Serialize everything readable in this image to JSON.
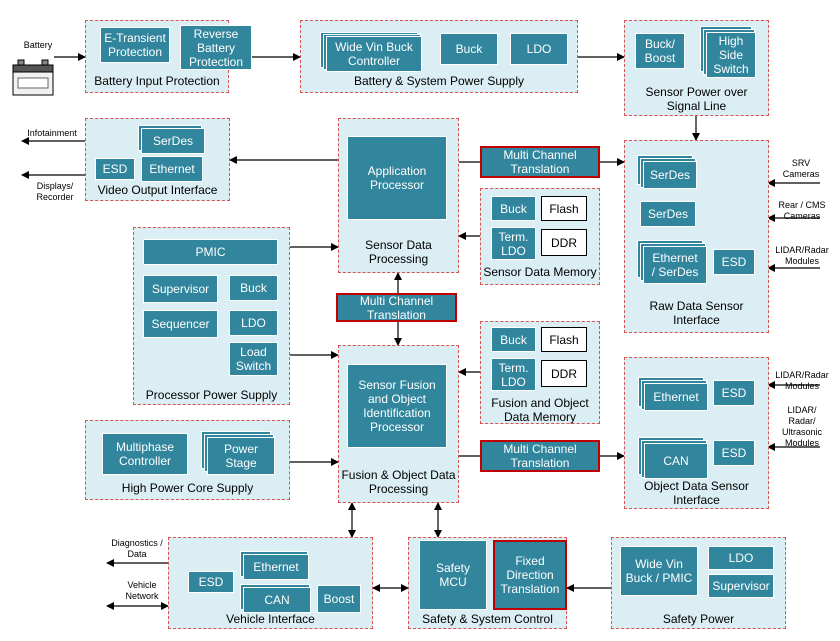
{
  "external": {
    "battery": "Battery",
    "infotainment": "Infotainment",
    "displays": "Displays/\nRecorder",
    "srv": "SRV\nCameras",
    "rear": "Rear / CMS\nCameras",
    "lidar1": "LIDAR/Radar\nModules",
    "lidar2": "LIDAR/Radar\nModules",
    "lidar3": "LIDAR/\nRadar/\nUltrasonic\nModules",
    "diag": "Diagnostics /\nData",
    "vnet": "Vehicle\nNetwork"
  },
  "battery_input": {
    "label": "Battery Input Protection",
    "etransient": "E-Transient\nProtection",
    "reverse": "Reverse\nBattery\nProtection"
  },
  "system_power": {
    "label": "Battery & System Power Supply",
    "widevin": "Wide Vin Buck\nController",
    "buck": "Buck",
    "ldo": "LDO"
  },
  "sensor_power": {
    "label": "Sensor Power over\nSignal Line",
    "buckboost": "Buck/\nBoost",
    "hss": "High\nSide\nSwitch"
  },
  "video_out": {
    "label": "Video Output Interface",
    "serdes": "SerDes",
    "esd": "ESD",
    "ethernet": "Ethernet"
  },
  "sdp": {
    "label": "Sensor Data\nProcessing",
    "app": "Application\nProcessor"
  },
  "mct1": "Multi Channel\nTranslation",
  "mct2": "Multi Channel\nTranslation",
  "mct3": "Multi Channel\nTranslation",
  "sensor_mem": {
    "label": "Sensor Data Memory",
    "buck": "Buck",
    "flash": "Flash",
    "term": "Term.\nLDO",
    "ddr": "DDR"
  },
  "raw_sensor": {
    "label": "Raw Data Sensor\nInterface",
    "serdes1": "SerDes",
    "serdes2": "SerDes",
    "eth": "Ethernet\n/ SerDes",
    "esd": "ESD"
  },
  "proc_power": {
    "label": "Processor Power Supply",
    "pmic": "PMIC",
    "supervisor": "Supervisor",
    "buck": "Buck",
    "sequencer": "Sequencer",
    "ldo": "LDO",
    "loadswitch": "Load\nSwitch"
  },
  "fusion": {
    "label": "Fusion & Object Data\nProcessing",
    "proc": "Sensor Fusion\nand Object\nIdentification\nProcessor"
  },
  "fusion_mem": {
    "label": "Fusion and Object\nData Memory",
    "buck": "Buck",
    "flash": "Flash",
    "term": "Term.\nLDO",
    "ddr": "DDR"
  },
  "obj_sensor": {
    "label": "Object Data Sensor\nInterface",
    "ethernet": "Ethernet",
    "esd1": "ESD",
    "can": "CAN",
    "esd2": "ESD"
  },
  "core_supply": {
    "label": "High Power Core Supply",
    "multiphase": "Multiphase\nController",
    "stage": "Power\nStage"
  },
  "vehicle": {
    "label": "Vehicle Interface",
    "ethernet": "Ethernet",
    "esd": "ESD",
    "can": "CAN",
    "boost": "Boost"
  },
  "safety_ctrl": {
    "label": "Safety & System Control",
    "mcu": "Safety\nMCU",
    "fdt": "Fixed\nDirection\nTranslation"
  },
  "safety_power": {
    "label": "Safety Power",
    "widevin": "Wide Vin\nBuck / PMIC",
    "ldo": "LDO",
    "supervisor": "Supervisor"
  }
}
